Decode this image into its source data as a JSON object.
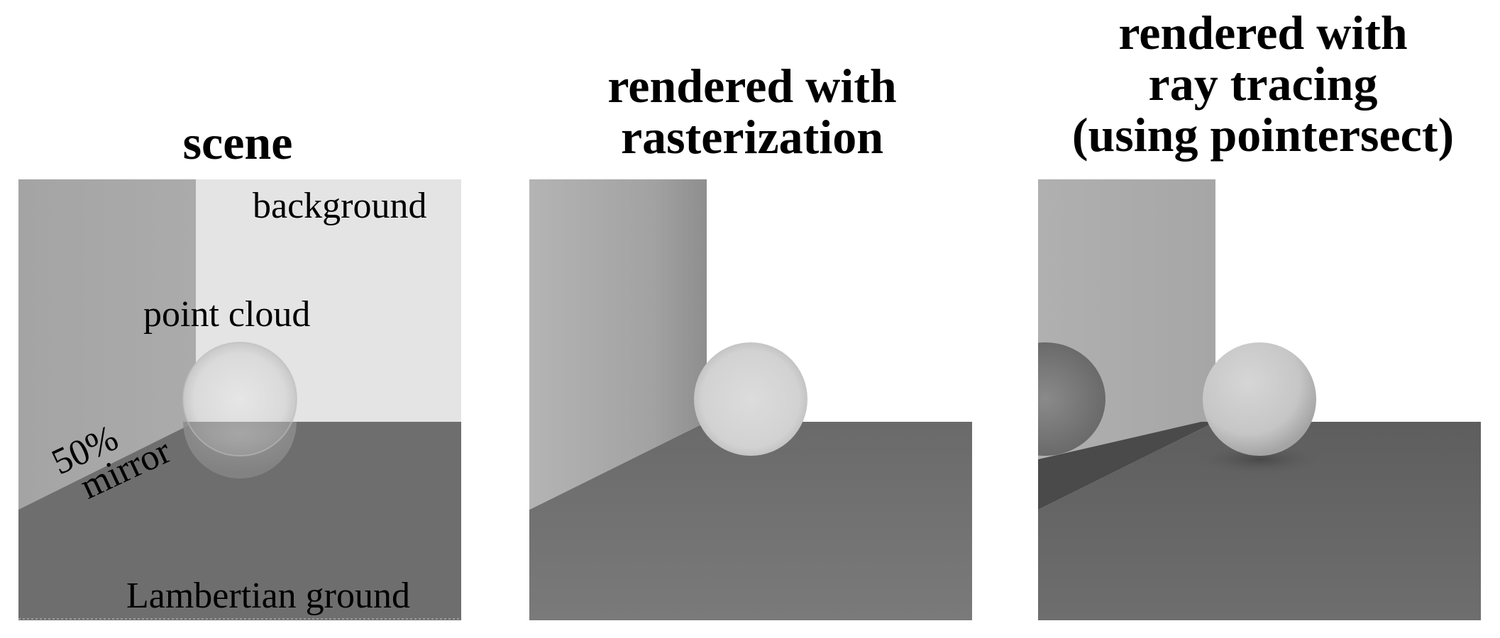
{
  "titles": {
    "scene": "scene",
    "raster_line1": "rendered with",
    "raster_line2": "rasterization",
    "ray_line1": "rendered with",
    "ray_line2": "ray tracing",
    "ray_line3": "(using pointersect)"
  },
  "scene_labels": {
    "background": "background",
    "point_cloud": "point cloud",
    "mirror_line1": "50%",
    "mirror_line2": "mirror",
    "ground": "Lambertian ground"
  },
  "colors": {
    "mirror_wall": "#a8a8a8",
    "background": "#e4e4e4",
    "ground": "#6e6e6e",
    "render_background": "#ffffff",
    "render_ground": "#6c6c6c"
  }
}
